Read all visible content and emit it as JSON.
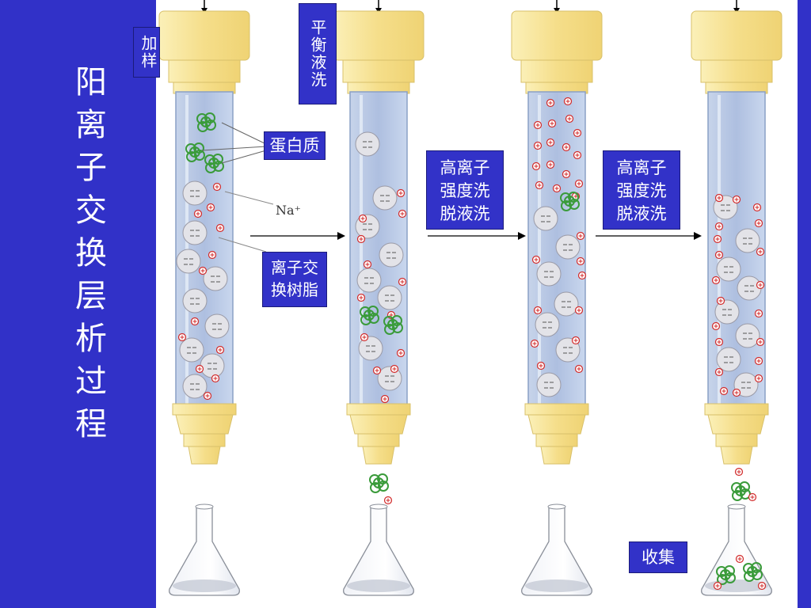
{
  "title": "阳离子交换层析过程",
  "labels": {
    "sample_load": "加样",
    "equilibrate_wash": "平衡液洗",
    "protein": "蛋白质",
    "sodium": "Na⁺",
    "resin": "离子交换树脂",
    "high_salt_1": "高离子强度洗脱液洗",
    "high_salt_2": "高离子强度洗脱液洗",
    "collect": "收集"
  },
  "colors": {
    "background": "#3131c8",
    "label_box": "#3232c8",
    "column_glass": "#b9cbe6",
    "cap": "#f6e29a",
    "bead": "#e3e3e8",
    "protein": "#3a9b3a",
    "cation": "#d22b2b"
  }
}
